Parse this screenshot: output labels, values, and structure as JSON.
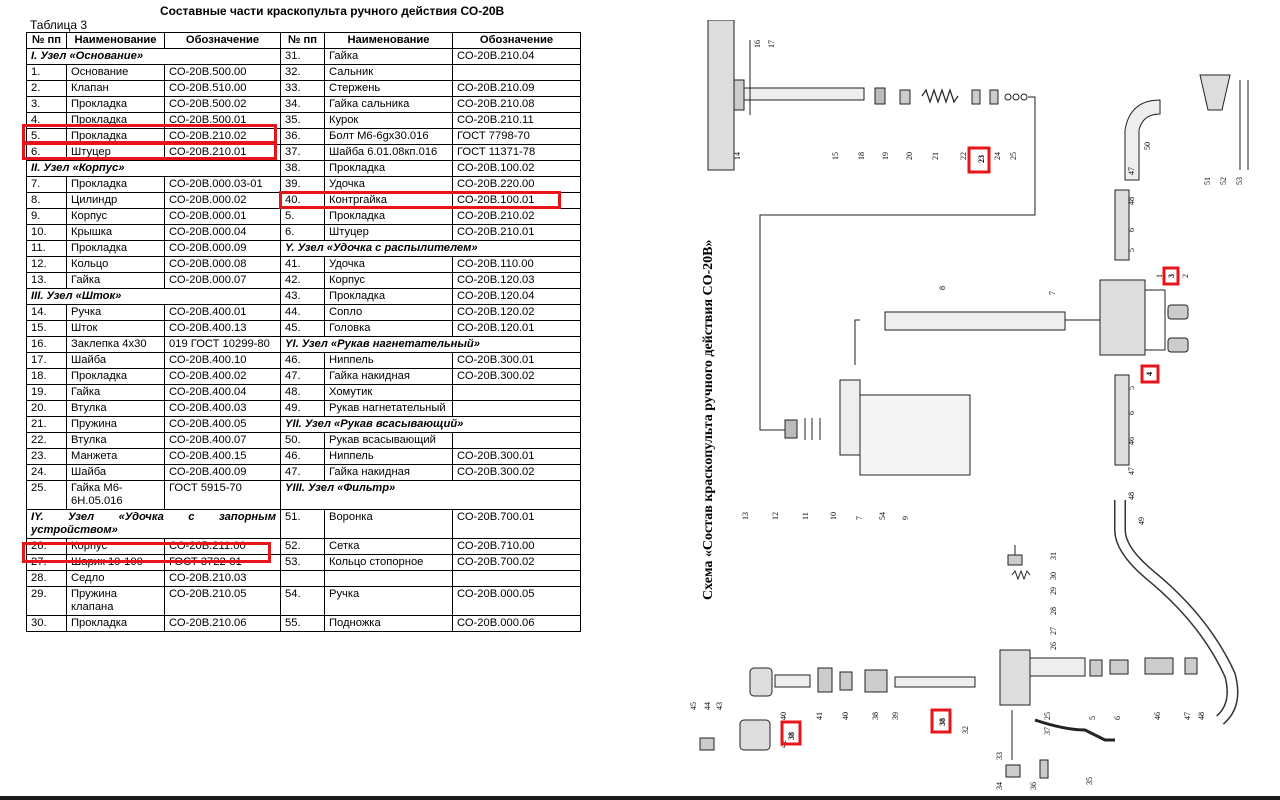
{
  "doc": {
    "title": "Составные части краскопульта ручного действия СО-20В",
    "table_label": "Таблица 3"
  },
  "table": {
    "headers": [
      "№ пп",
      "Наименование",
      "Обозначение",
      "№ пп",
      "Наименование",
      "Обозначение"
    ],
    "rows": [
      [
        {
          "t": "I. Узел «Основание»",
          "cs": 3,
          "sec": true
        },
        {
          "t": "31."
        },
        {
          "t": "Гайка"
        },
        {
          "t": "СО-20В.210.04"
        }
      ],
      [
        {
          "t": "1."
        },
        {
          "t": "Основание"
        },
        {
          "t": "СО-20В.500.00"
        },
        {
          "t": "32."
        },
        {
          "t": "Сальник"
        },
        {
          "t": ""
        }
      ],
      [
        {
          "t": "2."
        },
        {
          "t": "Клапан"
        },
        {
          "t": "СО-20В.510.00"
        },
        {
          "t": "33."
        },
        {
          "t": "Стержень"
        },
        {
          "t": "СО-20В.210.09"
        }
      ],
      [
        {
          "t": "3."
        },
        {
          "t": "Прокладка"
        },
        {
          "t": "СО-20В.500.02"
        },
        {
          "t": "34."
        },
        {
          "t": "Гайка сальника"
        },
        {
          "t": "СО-20В.210.08"
        }
      ],
      [
        {
          "t": "4."
        },
        {
          "t": "Прокладка"
        },
        {
          "t": "СО-20В.500.01"
        },
        {
          "t": "35."
        },
        {
          "t": "Курок"
        },
        {
          "t": "СО-20В.210.11"
        }
      ],
      [
        {
          "t": "5."
        },
        {
          "t": "Прокладка"
        },
        {
          "t": "СО-20В.210.02"
        },
        {
          "t": "36."
        },
        {
          "t": "Болт М6-6gх30.016"
        },
        {
          "t": "ГОСТ 7798-70"
        }
      ],
      [
        {
          "t": "6."
        },
        {
          "t": "Штуцер"
        },
        {
          "t": "СО-20В.210.01"
        },
        {
          "t": "37."
        },
        {
          "t": "Шайба 6.01.08кп.016"
        },
        {
          "t": "ГОСТ 11371-78"
        }
      ],
      [
        {
          "t": "II. Узел «Корпус»",
          "cs": 3,
          "sec": true
        },
        {
          "t": "38."
        },
        {
          "t": "Прокладка"
        },
        {
          "t": "СО-20В.100.02"
        }
      ],
      [
        {
          "t": "7."
        },
        {
          "t": "Прокладка"
        },
        {
          "t": "СО-20В.000.03-01"
        },
        {
          "t": "39."
        },
        {
          "t": "Удочка"
        },
        {
          "t": "СО-20В.220.00"
        }
      ],
      [
        {
          "t": "8."
        },
        {
          "t": "Цилиндр"
        },
        {
          "t": "СО-20В.000.02"
        },
        {
          "t": "40."
        },
        {
          "t": "Контргайка"
        },
        {
          "t": "СО-20В.100.01"
        }
      ],
      [
        {
          "t": "9."
        },
        {
          "t": "Корпус"
        },
        {
          "t": "СО-20В.000.01"
        },
        {
          "t": "5."
        },
        {
          "t": "Прокладка"
        },
        {
          "t": "СО-20В.210.02"
        }
      ],
      [
        {
          "t": "10."
        },
        {
          "t": "Крышка"
        },
        {
          "t": "СО-20В.000.04"
        },
        {
          "t": "6."
        },
        {
          "t": "Штуцер"
        },
        {
          "t": "СО-20В.210.01"
        }
      ],
      [
        {
          "t": "11."
        },
        {
          "t": "Прокладка"
        },
        {
          "t": "СО-20В.000.09"
        },
        {
          "t": "Y. Узел «Удочка с распылителем»",
          "cs": 3,
          "sec": true
        }
      ],
      [
        {
          "t": "12."
        },
        {
          "t": "Кольцо"
        },
        {
          "t": "СО-20В.000.08"
        },
        {
          "t": "41."
        },
        {
          "t": "Удочка"
        },
        {
          "t": "СО-20В.110.00"
        }
      ],
      [
        {
          "t": "13."
        },
        {
          "t": "Гайка"
        },
        {
          "t": "СО-20В.000.07"
        },
        {
          "t": "42."
        },
        {
          "t": "Корпус"
        },
        {
          "t": "СО-20В.120.03"
        }
      ],
      [
        {
          "t": "III. Узел «Шток»",
          "cs": 3,
          "sec": true
        },
        {
          "t": "43."
        },
        {
          "t": "Прокладка"
        },
        {
          "t": "СО-20В.120.04"
        }
      ],
      [
        {
          "t": "14."
        },
        {
          "t": "Ручка"
        },
        {
          "t": "СО-20В.400.01"
        },
        {
          "t": "44."
        },
        {
          "t": "Сопло"
        },
        {
          "t": "СО-20В.120.02"
        }
      ],
      [
        {
          "t": "15."
        },
        {
          "t": "Шток"
        },
        {
          "t": "СО-20В.400.13"
        },
        {
          "t": "45."
        },
        {
          "t": "Головка"
        },
        {
          "t": "СО-20В.120.01"
        }
      ],
      [
        {
          "t": "16."
        },
        {
          "t": "Заклепка  4х30"
        },
        {
          "t": "019 ГОСТ 10299-80"
        },
        {
          "t": "YI. Узел «Рукав нагнетательный»",
          "cs": 3,
          "sec": true
        }
      ],
      [
        {
          "t": "17."
        },
        {
          "t": "Шайба"
        },
        {
          "t": "СО-20В.400.10"
        },
        {
          "t": "46."
        },
        {
          "t": "Ниппель"
        },
        {
          "t": "СО-20В.300.01"
        }
      ],
      [
        {
          "t": "18."
        },
        {
          "t": "Прокладка"
        },
        {
          "t": "СО-20В.400.02"
        },
        {
          "t": "47."
        },
        {
          "t": "Гайка накидная"
        },
        {
          "t": "СО-20В.300.02"
        }
      ],
      [
        {
          "t": "19."
        },
        {
          "t": "Гайка"
        },
        {
          "t": "СО-20В.400.04"
        },
        {
          "t": "48."
        },
        {
          "t": "Хомутик"
        },
        {
          "t": ""
        }
      ],
      [
        {
          "t": "20."
        },
        {
          "t": "Втулка"
        },
        {
          "t": "СО-20В.400.03"
        },
        {
          "t": "49."
        },
        {
          "t": "Рукав нагнетательный"
        },
        {
          "t": ""
        }
      ],
      [
        {
          "t": "21."
        },
        {
          "t": "Пружина"
        },
        {
          "t": "СО-20В.400.05"
        },
        {
          "t": "YII. Узел «Рукав всасывающий»",
          "cs": 3,
          "sec": true
        }
      ],
      [
        {
          "t": "22."
        },
        {
          "t": "Втулка"
        },
        {
          "t": "СО-20В.400.07"
        },
        {
          "t": "50."
        },
        {
          "t": "Рукав всасывающий"
        },
        {
          "t": ""
        }
      ],
      [
        {
          "t": "23."
        },
        {
          "t": "Манжета"
        },
        {
          "t": "СО-20В.400.15"
        },
        {
          "t": "46."
        },
        {
          "t": "Ниппель"
        },
        {
          "t": "СО-20В.300.01"
        }
      ],
      [
        {
          "t": "24."
        },
        {
          "t": "Шайба"
        },
        {
          "t": "СО-20В.400.09"
        },
        {
          "t": "47."
        },
        {
          "t": "Гайка накидная"
        },
        {
          "t": "СО-20В.300.02"
        }
      ],
      [
        {
          "t": "25."
        },
        {
          "t": "Гайка М6-6Н.05.016"
        },
        {
          "t": "ГОСТ 5915-70"
        },
        {
          "t": "YIII. Узел «Фильтр»",
          "cs": 3,
          "sec": true
        }
      ],
      [
        {
          "t": "IY. Узел «Удочка с запорным устройством»",
          "cs": 3,
          "sec": true,
          "just": true
        },
        {
          "t": "51."
        },
        {
          "t": "Воронка"
        },
        {
          "t": "СО-20В.700.01"
        }
      ],
      [
        {
          "t": "26."
        },
        {
          "t": "Корпус"
        },
        {
          "t": "СО-20В.211.00"
        },
        {
          "t": "52."
        },
        {
          "t": "Сетка"
        },
        {
          "t": "СО-20В.710.00"
        }
      ],
      [
        {
          "t": "27."
        },
        {
          "t": "Шарик 10-100"
        },
        {
          "t": "ГОСТ 3722-81"
        },
        {
          "t": "53."
        },
        {
          "t": "Кольцо стопорное"
        },
        {
          "t": "СО-20В.700.02"
        }
      ],
      [
        {
          "t": "28."
        },
        {
          "t": "Седло"
        },
        {
          "t": "СО-20В.210.03"
        },
        {
          "t": ""
        },
        {
          "t": ""
        },
        {
          "t": ""
        }
      ],
      [
        {
          "t": "29."
        },
        {
          "t": "Пружина клапана"
        },
        {
          "t": "СО-20В.210.05"
        },
        {
          "t": "54."
        },
        {
          "t": "Ручка"
        },
        {
          "t": "СО-20В.000.05"
        }
      ],
      [
        {
          "t": "30."
        },
        {
          "t": "Прокладка"
        },
        {
          "t": "СО-20В.210.06"
        },
        {
          "t": "55."
        },
        {
          "t": "Подножка"
        },
        {
          "t": "СО-20В.000.06"
        }
      ]
    ]
  },
  "scheme": {
    "caption": "Схема «Состав краскопульта ручного действия СО-20В»",
    "labels_top": [
      "16",
      "17",
      "14",
      "15",
      "18",
      "19",
      "20",
      "21",
      "22",
      "23",
      "24",
      "25"
    ],
    "labels_right": [
      "50",
      "51",
      "52",
      "53",
      "47",
      "48",
      "6",
      "5",
      "3",
      "1",
      "2",
      "4",
      "5",
      "6",
      "46",
      "47",
      "48",
      "49"
    ],
    "labels_left": [
      "13",
      "12",
      "11",
      "10",
      "7",
      "54",
      "9",
      "8",
      "7"
    ],
    "labels_bottom": [
      "31",
      "30",
      "29",
      "28",
      "27",
      "26",
      "45",
      "44",
      "43",
      "42",
      "40",
      "38",
      "41",
      "40",
      "38",
      "39",
      "38",
      "32",
      "33",
      "34",
      "36",
      "35",
      "37",
      "25",
      "5",
      "6",
      "46",
      "47",
      "48"
    ],
    "highlight_color": "#e8141b"
  }
}
